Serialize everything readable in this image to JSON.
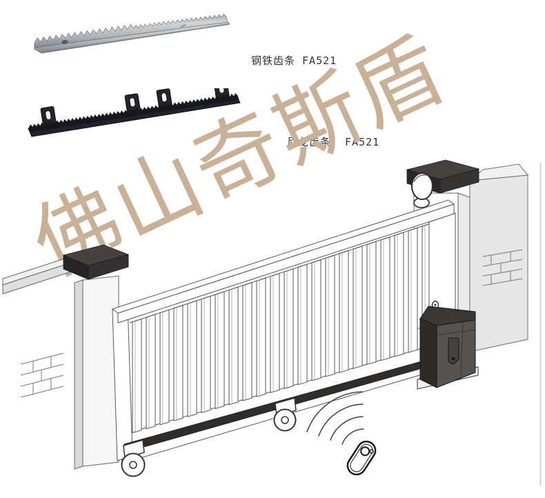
{
  "watermark": {
    "text": "佛山奇斯盾",
    "color": "#c9b197"
  },
  "products": [
    {
      "name": "steel-gear-rack",
      "label": "钢铁齿条 FA521"
    },
    {
      "name": "nylon-gear-rack",
      "label": "尼龙齿条  FA521"
    }
  ],
  "colors": {
    "background": "#ffffff",
    "label_text": "#31313a",
    "watermark": "#c9b197",
    "line_art": "#555555",
    "dark_caps": "#332e2b",
    "motor_body": "#575350",
    "steel_metal": "#b9bec1",
    "nylon_black": "#202329",
    "light_fill": "#e6e7e5"
  }
}
